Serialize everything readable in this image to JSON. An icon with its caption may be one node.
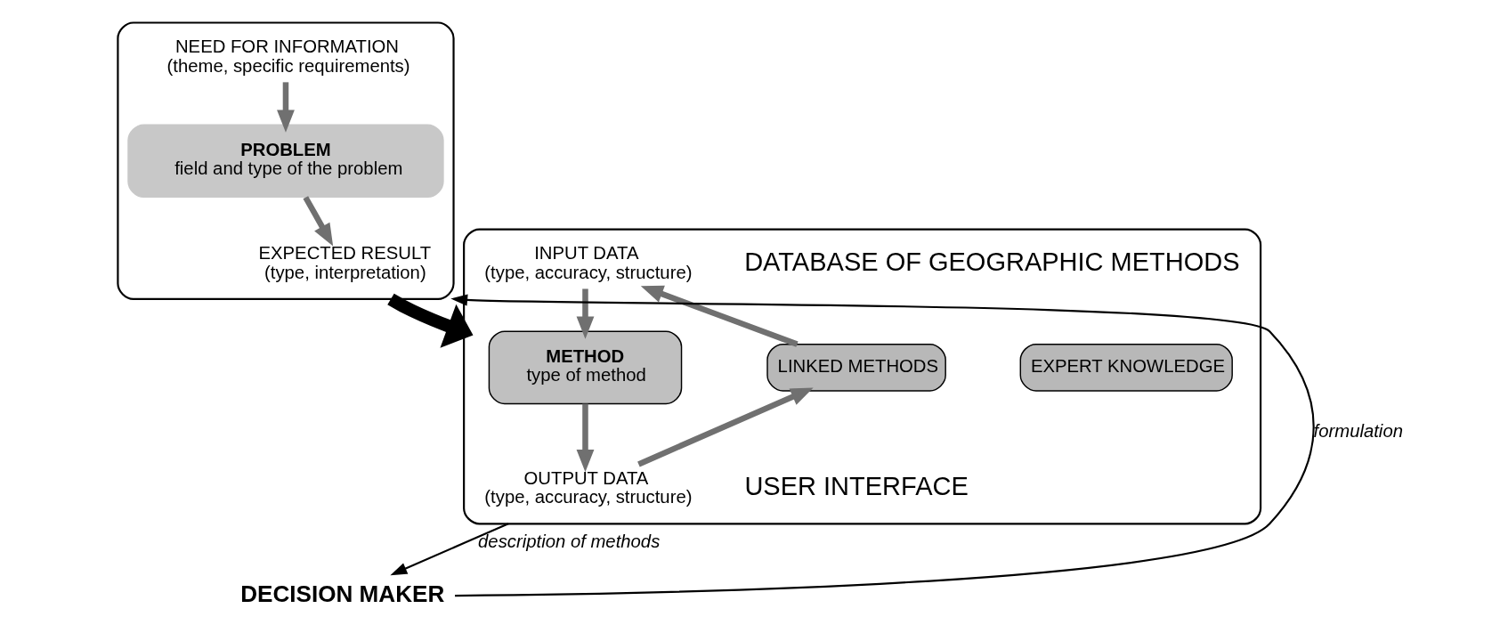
{
  "diagram": {
    "nodes": [
      {
        "text": [],
        "shape": "box"
      },
      {
        "text": [
          "NEED FOR INFORMATION",
          "(theme, specific requirements)"
        ],
        "in": 0
      },
      {
        "text": [
          "PROBLEM",
          "field and type of the problem"
        ],
        "in": 0
      },
      {
        "text": [
          "EXPECTED RESULT",
          "(type, interpretation)"
        ],
        "in": 0
      },
      {
        "text": [],
        "shape": "box"
      },
      {
        "text": [
          "INPUT DATA",
          "(type, accuracy, structure)"
        ],
        "in": 4
      },
      {
        "text": [
          "METHOD",
          "type of method"
        ],
        "in": 4
      },
      {
        "text": [
          "OUTPUT DATA",
          "(type, accuracy, structure)"
        ],
        "in": 4
      },
      {
        "text": [
          "LINKED METHODS"
        ],
        "in": 4
      },
      {
        "text": [
          "EXPERT KNOWLEDGE"
        ],
        "in": 4
      },
      {
        "text": [
          "DECISION MAKER"
        ]
      }
    ],
    "edges": [
      {
        "from": 1,
        "to": 2,
        "arrow": "to"
      },
      {
        "from": 2,
        "to": 3,
        "arrow": "to"
      },
      {
        "from": 5,
        "to": 6,
        "arrow": "to"
      },
      {
        "from": 6,
        "to": 7,
        "arrow": "to"
      },
      {
        "from": 0,
        "to": 4,
        "arrow": "to",
        "style": "thick",
        "color": "#000000"
      },
      {
        "from": 8,
        "to": 5,
        "arrow": "to"
      },
      {
        "from": 7,
        "to": 8,
        "arrow": "to"
      },
      {
        "from": 10,
        "to": 0,
        "arrow": "to",
        "label": "formulation",
        "color": "#000000"
      },
      {
        "from": 4,
        "to": 10,
        "arrow": "to",
        "label": "description of methods",
        "color": "#000000"
      }
    ],
    "labels": [
      "DATABASE OF GEOGRAPHIC METHODS",
      "USER INTERFACE"
    ]
  }
}
